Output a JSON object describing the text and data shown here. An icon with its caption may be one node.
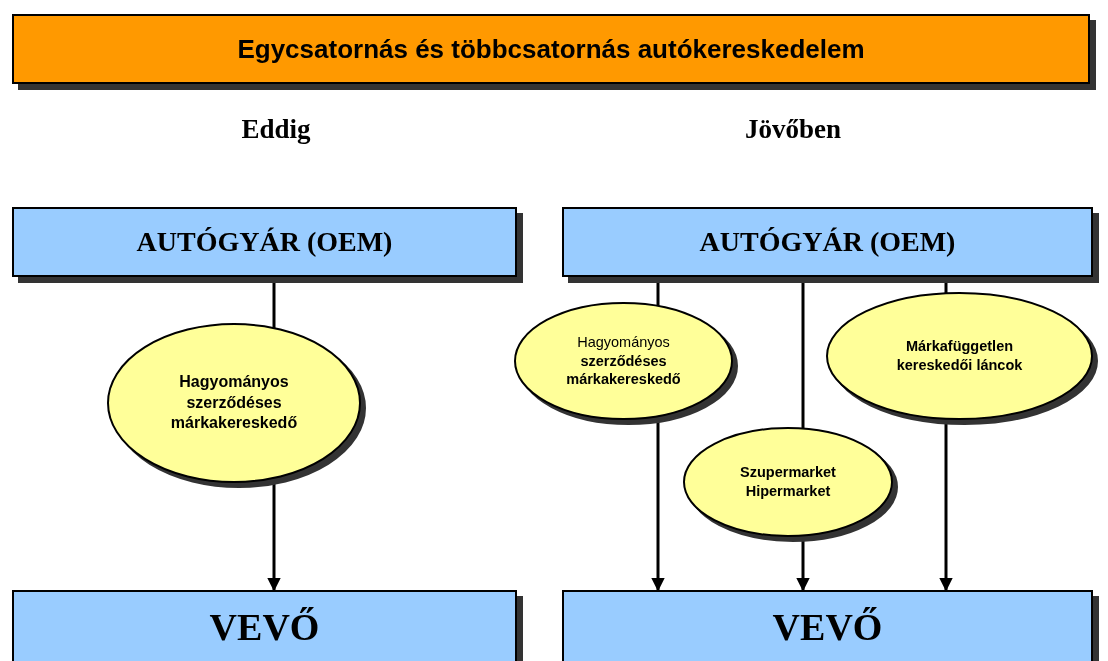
{
  "diagram": {
    "title": "Egycsatornás és többcsatornás autókereskedelem",
    "nodes": [
      {
        "text": [
          "AUTÓGYÁR (OEM)"
        ]
      },
      {
        "text": [
          "Hagyományos szerződéses márkakereskedő"
        ]
      },
      {
        "text": [
          "VEVŐ"
        ]
      },
      {
        "text": [
          "AUTÓGYÁR (OEM)"
        ]
      },
      {
        "text": [
          "Hagyományos **szerződéses márkakereskedő**"
        ]
      },
      {
        "text": [
          "Márkafüggetlen kereskedői láncok"
        ]
      },
      {
        "text": [
          "Szupermarket Hipermarket"
        ]
      },
      {
        "text": [
          "VEVŐ"
        ]
      }
    ],
    "edges": [
      {
        "from": 0,
        "to": 1,
        "arrow": "none"
      },
      {
        "from": 1,
        "to": 2,
        "arrow": "to"
      },
      {
        "from": 3,
        "to": 4,
        "arrow": "none"
      },
      {
        "from": 4,
        "to": 7,
        "arrow": "to"
      },
      {
        "from": 3,
        "to": 6,
        "arrow": "none"
      },
      {
        "from": 6,
        "to": 7,
        "arrow": "to"
      },
      {
        "from": 3,
        "to": 5,
        "arrow": "none"
      },
      {
        "from": 5,
        "to": 7,
        "arrow": "to"
      }
    ],
    "labels": [
      "Eddig",
      "Jövőben"
    ]
  }
}
